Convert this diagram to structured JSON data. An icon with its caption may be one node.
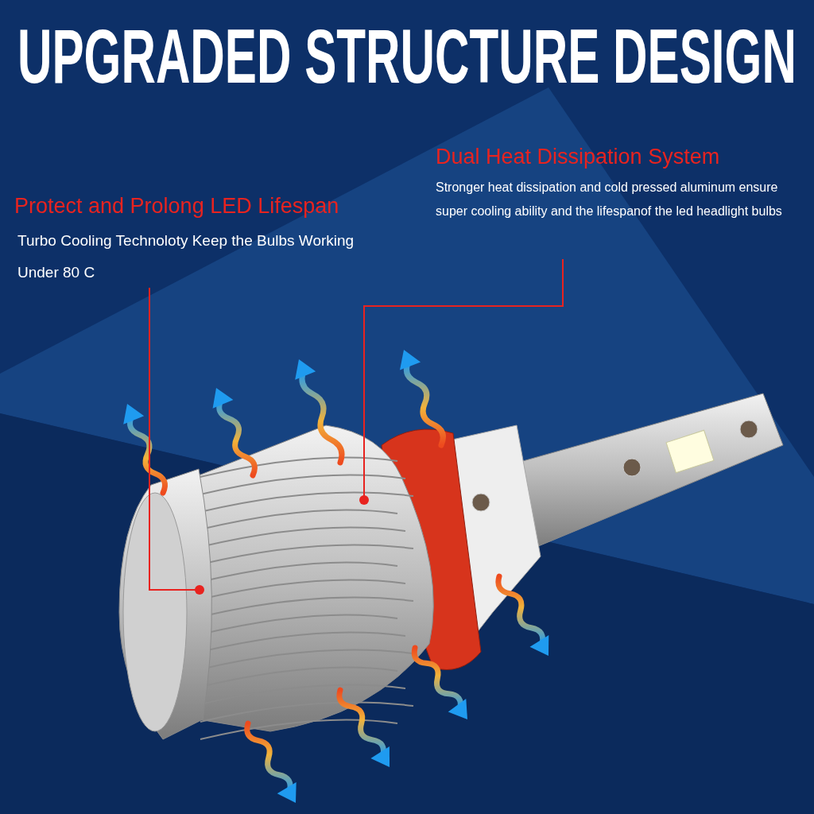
{
  "diagram": {
    "title": "UPGRADED STRUCTURE DESIGN",
    "nodes": [
      {
        "text": [
          "Protect and Prolong LED Lifespan",
          "Turbo Cooling Technoloty Keep the Bulbs Working Under 80 C"
        ]
      },
      {
        "text": [
          "Dual Heat Dissipation System",
          "Stronger heat dissipation and cold pressed aluminum ensure super cooling ability and the lifespanof the led headlight bulbs"
        ]
      },
      {
        "text": [],
        "shape": "picture"
      }
    ],
    "edges": [
      {
        "from": 0,
        "to": 2,
        "arrow": "other"
      },
      {
        "from": 1,
        "to": 2,
        "arrow": "other"
      }
    ]
  }
}
